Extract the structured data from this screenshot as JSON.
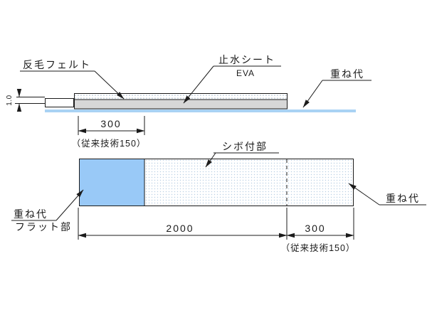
{
  "diagram": {
    "section_view": {
      "felt_label": "反毛フェルト",
      "sheet_label": "止水シート",
      "sheet_material": "EVA",
      "overlap_label": "重ね代",
      "thickness_dim": "1.0",
      "flat_width_dim": "300",
      "flat_width_note": "（従来技術150）"
    },
    "plan_view": {
      "texture_label": "シボ付部",
      "overlap_label": "重ね代",
      "flat_label_line1": "重ね代",
      "flat_label_line2": "フラット部",
      "body_length_dim": "2000",
      "flat_width_dim": "300",
      "flat_width_note": "（従来技術150）"
    },
    "colors": {
      "dimension_red": "#e8251f",
      "flat_area_blue": "#99c9f7",
      "overlap_line_blue": "#a9d2f4",
      "sheet_grey": "#d7d7d7"
    }
  }
}
